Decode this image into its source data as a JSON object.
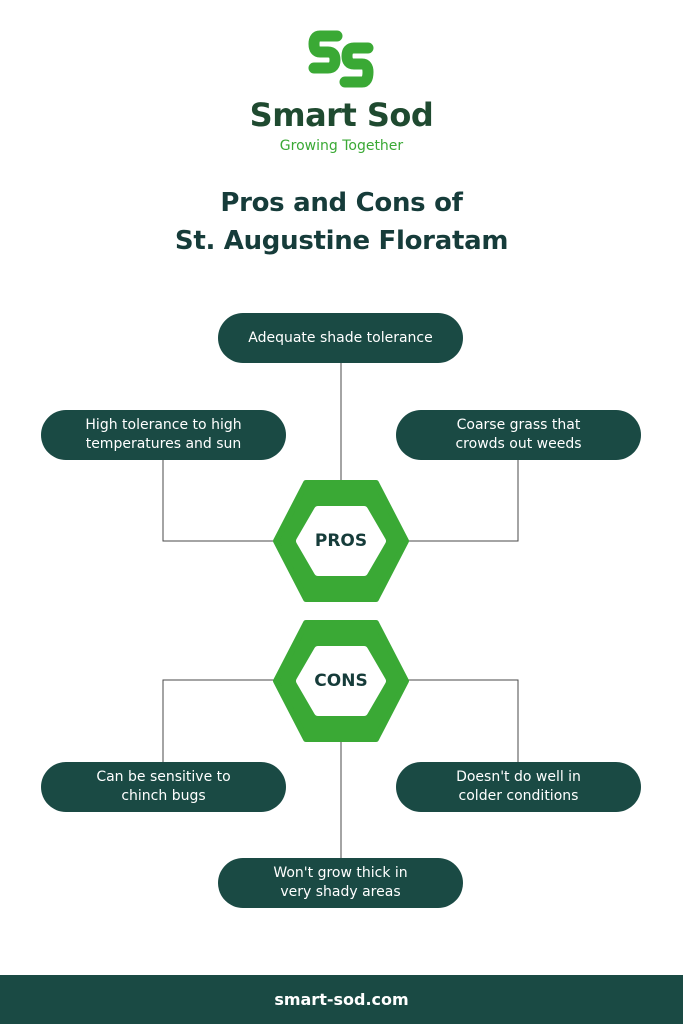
{
  "brand": {
    "name": "Smart Sod",
    "tagline": "Growing Together",
    "colors": {
      "primary_green": "#3aa935",
      "dark_teal": "#1a4a44",
      "brand_dark": "#1f4a30"
    }
  },
  "title": {
    "line1": "Pros and Cons of",
    "line2": "St. Augustine Floratam"
  },
  "pros": {
    "label": "PROS",
    "items": {
      "top": "Adequate shade tolerance",
      "left": "High tolerance to high\ntemperatures and sun",
      "right": "Coarse grass that\ncrowds out weeds"
    }
  },
  "cons": {
    "label": "CONS",
    "items": {
      "left": "Can be sensitive to\nchinch bugs",
      "right": "Doesn't do well in\ncolder conditions",
      "bottom": "Won't grow thick in\nvery shady areas"
    }
  },
  "footer": {
    "url": "smart-sod.com"
  }
}
